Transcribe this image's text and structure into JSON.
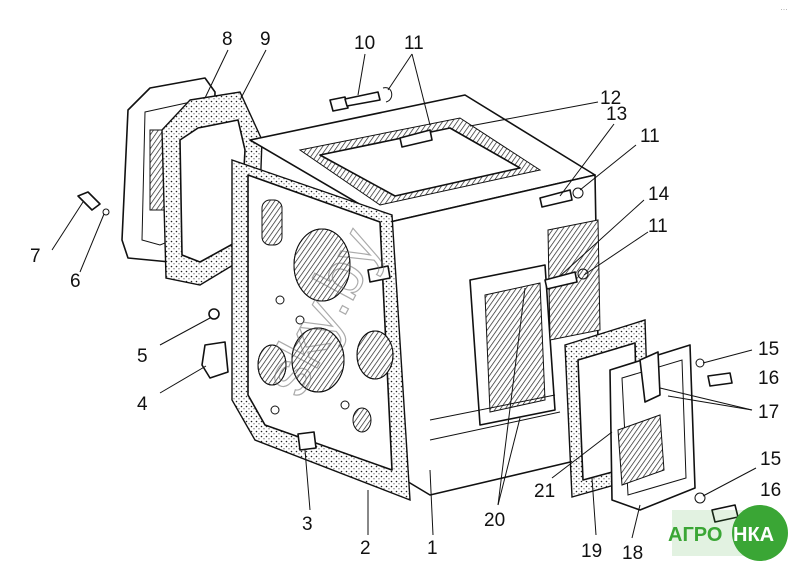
{
  "callouts": {
    "c1": "1",
    "c2": "2",
    "c3": "3",
    "c4": "4",
    "c5": "5",
    "c6": "6",
    "c7": "7",
    "c8": "8",
    "c9": "9",
    "c10": "10",
    "c11a": "11",
    "c11b": "11",
    "c11c": "11",
    "c12": "12",
    "c13": "13",
    "c14": "14",
    "c15a": "15",
    "c15b": "15",
    "c16a": "16",
    "c16b": "16",
    "c17": "17",
    "c18": "18",
    "c19": "19",
    "c20": "20",
    "c21": "21"
  },
  "watermark": "sky.by",
  "logo": {
    "text_left": "АГРО",
    "text_right": "НКА",
    "color_green": "#3aa635",
    "color_white": "#ffffff"
  },
  "corner_mark": "…"
}
